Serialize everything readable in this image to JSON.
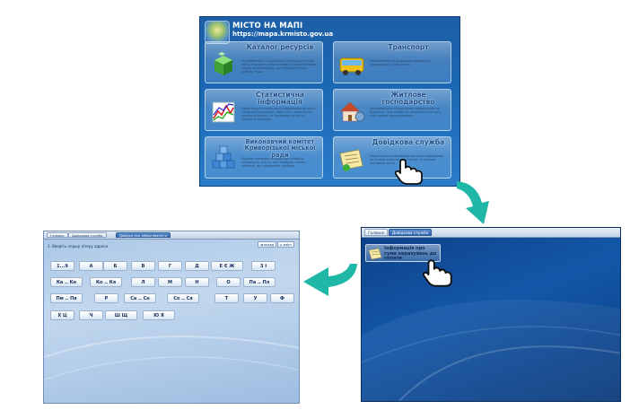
{
  "portal": {
    "title": "МІСТО НА МАПІ",
    "url": "https://mapa.krmisto.gov.ua",
    "tiles": [
      {
        "title": "Каталог ресурсів",
        "desc": "Ознайомитися з соціальною інфраструктурою міста, пошуком комунальними підприємствами, пошук організаціями, що пропонуються в оренду, тощо",
        "icon": "cubes-icon"
      },
      {
        "title": "Транспорт",
        "desc": "Ознайомитися з розкладом маршрутів громадського транспорту",
        "icon": "bus-icon"
      },
      {
        "title": "Статистична інформація",
        "desc": "Переглянути статистичну інформацію по місту. Соціальні показники, смертність, населення, сприяння бізнесу та підприємства міста. Бюджетні рекорди",
        "icon": "chart-icon"
      },
      {
        "title": "Житлове господарство",
        "desc": "Ознайомитися з будинками, інформацією по будинках, платежами за комунальні послуги, пільговими нарахуваннями",
        "icon": "house-icon"
      },
      {
        "title": "Виконавчий комітет Криворізької міської ради",
        "desc": "Прийом громадян посадовими особами, розпорядок дня та часи прийому, номер кабінету, до проведення прийому",
        "icon": "blocks-icon"
      },
      {
        "title": "Довідкова служба",
        "desc": "Переглянути інформацію про суми нарахувань до сплати комунальних послуг та іншими службами міста",
        "icon": "document-icon"
      }
    ]
  },
  "screen2": {
    "tabs": [
      "Головна",
      "Довідкова служба"
    ],
    "item_label": "Інформація про суми нарахувань до сплати"
  },
  "screen3": {
    "tabs": [
      "Головна",
      "Довідкова служба",
      "Довідка про заборгованість"
    ],
    "prompt": "1. Введіть першу літеру адреси",
    "buttons": [
      "◄ назад",
      "⌂ зміст"
    ],
    "keys": [
      [
        "1...9",
        "А",
        "Б",
        "В",
        "Г",
        "Д",
        "Е Є Ж",
        "З І"
      ],
      [
        "Ка .. Кн",
        "Ко .. Кя",
        "Л",
        "М",
        "Н",
        "О",
        "Па .. Пл"
      ],
      [
        "Пм .. Пя",
        "Р",
        "Са .. Сн",
        "Со .. Ся",
        "Т",
        "У",
        "Ф"
      ],
      [
        "Х Ц",
        "Ч",
        "Ш Щ",
        "Ю Я"
      ]
    ]
  },
  "colors": {
    "accent": "#1b67b4",
    "arrow": "#1fb7a6",
    "dark_blue": "#0e3f86"
  }
}
